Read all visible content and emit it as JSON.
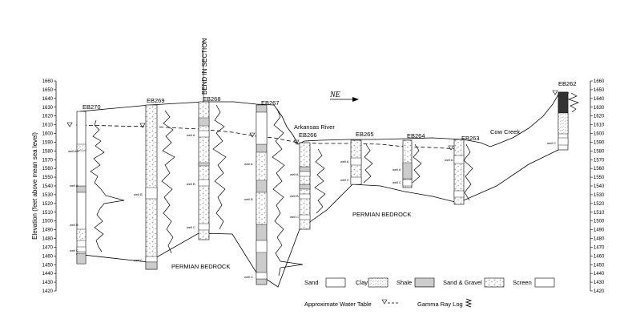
{
  "axis": {
    "label": "Elevation (feet above mean sea level)",
    "min": 1420,
    "max": 1660,
    "step": 10
  },
  "wells": [
    {
      "id": "EB270",
      "screens": [
        "well AA",
        "well A",
        "well B",
        "well C"
      ]
    },
    {
      "id": "EB269",
      "screens": [
        "well C",
        "well B"
      ]
    },
    {
      "id": "EB268",
      "screens": [
        "well A",
        "well B",
        "well C"
      ]
    },
    {
      "id": "EB267",
      "screens": [
        "well A",
        "well B",
        "well C"
      ]
    },
    {
      "id": "EB266",
      "screens": [
        "well A",
        "well B",
        "well C"
      ]
    },
    {
      "id": "EB265",
      "screens": [
        "well A",
        "well C"
      ]
    },
    {
      "id": "EB264",
      "screens": [
        "well A",
        "well C"
      ]
    },
    {
      "id": "EB263",
      "screens": [
        "well A"
      ]
    },
    {
      "id": "EB262",
      "screens": [
        "well C"
      ]
    }
  ],
  "labels": {
    "bend": "BEND IN SECTION",
    "north": "NE",
    "river": "Arkansas River",
    "creek": "Cow Creek",
    "bedrock": "PERMIAN BEDROCK"
  },
  "legend": {
    "sand": "Sand",
    "clay": "Clay",
    "shale": "Shale",
    "sand_gravel": "Sand & Gravel",
    "screen": "Screen",
    "water_table": "Approximate Water Table",
    "gamma": "Gamma Ray Log"
  }
}
